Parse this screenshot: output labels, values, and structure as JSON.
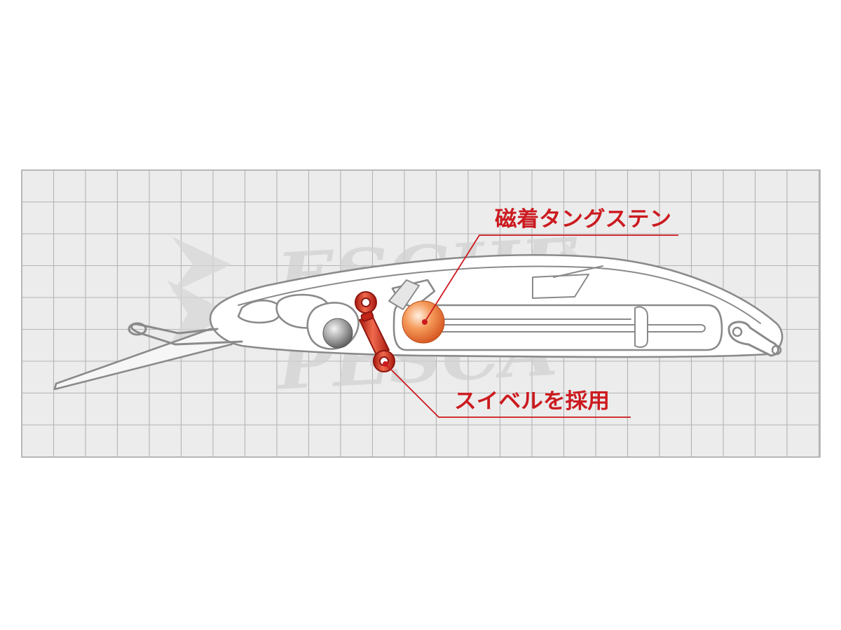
{
  "watermark": {
    "line1": "ESCHE",
    "line2": "PESCA"
  },
  "callouts": {
    "tungsten": "磁着タングステン",
    "swivel": "スイベルを採用"
  },
  "colors": {
    "panel_bg": "#ececec",
    "grid": "#b4b4b4",
    "callout_red": "#cc1a1f",
    "outline": "#8a8a8a",
    "tungsten_ball": "#f07e3c",
    "steel_ball": "#8c8c8c",
    "swivel": "#d8321f"
  }
}
